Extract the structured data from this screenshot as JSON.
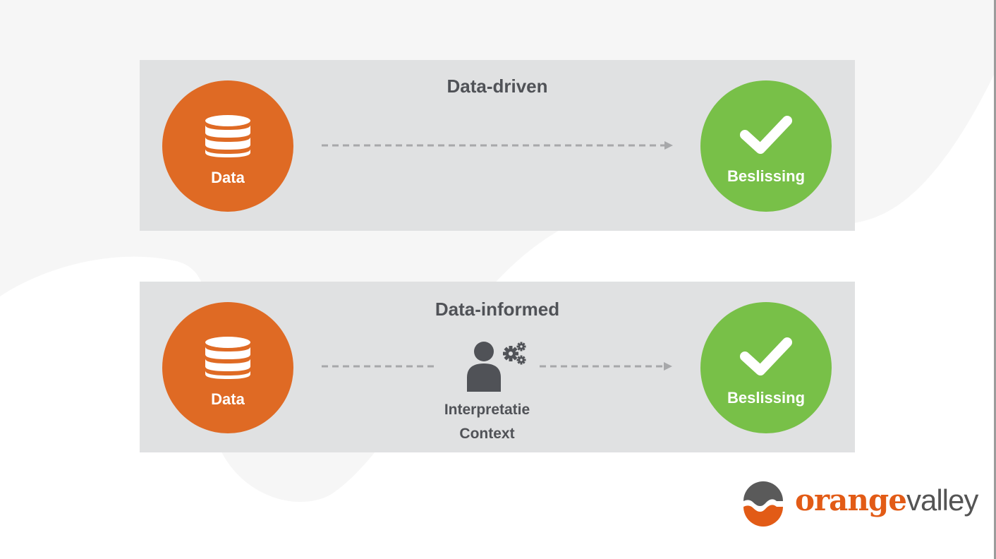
{
  "top_panel": {
    "title": "Data-driven",
    "source": {
      "label": "Data",
      "icon": "database-icon"
    },
    "target": {
      "label": "Beslissing",
      "icon": "checkmark-icon"
    }
  },
  "bottom_panel": {
    "title": "Data-informed",
    "source": {
      "label": "Data",
      "icon": "database-icon"
    },
    "middle": {
      "icon": "user-gears-icon",
      "line1": "Interpretatie",
      "line2": "Context"
    },
    "target": {
      "label": "Beslissing",
      "icon": "checkmark-icon"
    }
  },
  "logo": {
    "part1": "orange",
    "part2": "valley"
  },
  "colors": {
    "data_orange": "#df6a24",
    "decision_green": "#78c048",
    "panel_gray": "#e0e1e2",
    "text_gray": "#505257"
  }
}
